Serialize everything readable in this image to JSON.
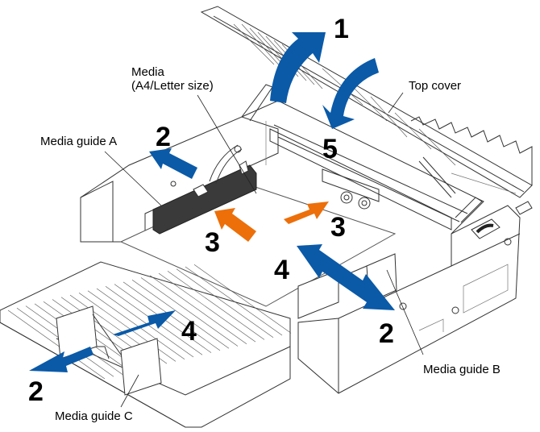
{
  "diagram": {
    "title": "Media loading procedure",
    "colors": {
      "blue_arrow": "#0a5aa8",
      "orange_arrow": "#ec6f0a",
      "line": "#333333",
      "guide_a_fill": "#3a3a3a"
    },
    "labels": {
      "media_line1": "Media",
      "media_line2": "(A4/Letter size)",
      "media_guide_a": "Media guide A",
      "top_cover": "Top cover",
      "media_guide_b": "Media guide B",
      "media_guide_c": "Media guide C"
    },
    "steps": {
      "step1": "1",
      "step2_a": "2",
      "step2_b": "2",
      "step2_c": "2",
      "step3_left": "3",
      "step3_right": "3",
      "step4_right": "4",
      "step4_left": "4",
      "step5": "5"
    },
    "arrows": [
      {
        "id": "open-cover",
        "step": "1",
        "color": "blue",
        "meaning": "open top cover"
      },
      {
        "id": "close-cover",
        "step": "5",
        "color": "blue",
        "meaning": "close top cover"
      },
      {
        "id": "guide-a-out",
        "step": "2",
        "color": "blue",
        "meaning": "slide media guide A outward"
      },
      {
        "id": "guide-b-out",
        "step": "2",
        "color": "blue",
        "meaning": "slide media guide B outward"
      },
      {
        "id": "guide-c-out",
        "step": "2",
        "color": "blue",
        "meaning": "slide media guide C outward"
      },
      {
        "id": "insert-media-left",
        "step": "3",
        "color": "orange",
        "meaning": "insert media"
      },
      {
        "id": "insert-media-right",
        "step": "3",
        "color": "orange",
        "meaning": "insert media"
      },
      {
        "id": "guide-b-in",
        "step": "4",
        "color": "blue",
        "meaning": "adjust media guide B"
      },
      {
        "id": "guide-c-in",
        "step": "4",
        "color": "blue",
        "meaning": "adjust media guide C"
      }
    ]
  }
}
